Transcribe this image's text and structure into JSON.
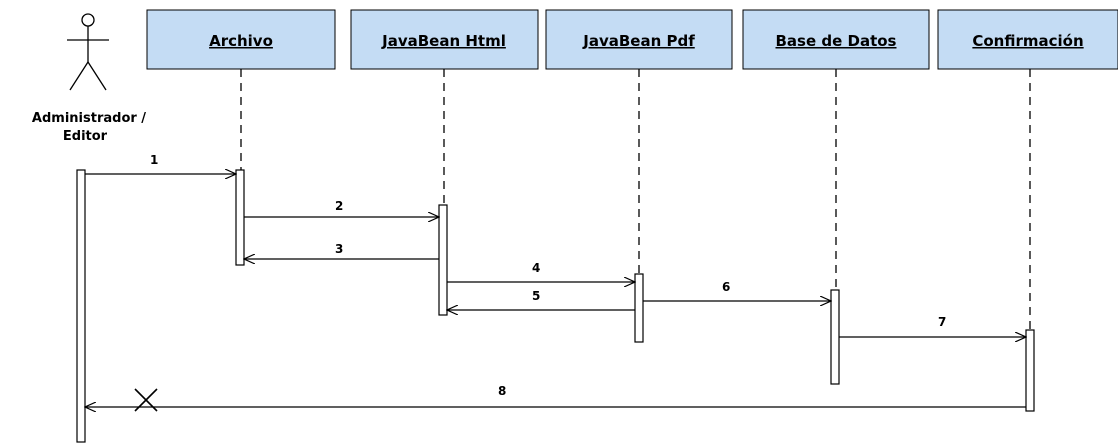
{
  "diagram": {
    "actor": {
      "lines": [
        "Administrador /",
        "Editor"
      ]
    },
    "objects": [
      {
        "label": "Archivo"
      },
      {
        "label": "JavaBean Html"
      },
      {
        "label": "JavaBean Pdf"
      },
      {
        "label": "Base de Datos"
      },
      {
        "label": "Confirmación"
      }
    ],
    "messages": [
      {
        "label": "1",
        "from": "actor",
        "to": "Archivo"
      },
      {
        "label": "2",
        "from": "Archivo",
        "to": "JavaBean Html"
      },
      {
        "label": "3",
        "from": "JavaBean Html",
        "to": "Archivo"
      },
      {
        "label": "4",
        "from": "JavaBean Html",
        "to": "JavaBean Pdf"
      },
      {
        "label": "5",
        "from": "JavaBean Pdf",
        "to": "JavaBean Html"
      },
      {
        "label": "6",
        "from": "JavaBean Pdf",
        "to": "Base de Datos"
      },
      {
        "label": "7",
        "from": "Base de Datos",
        "to": "Confirmación"
      },
      {
        "label": "8",
        "from": "Confirmación",
        "to": "actor"
      }
    ],
    "colors": {
      "object_fill": "#c4dcf4",
      "line": "#000000",
      "background": "#ffffff"
    }
  }
}
